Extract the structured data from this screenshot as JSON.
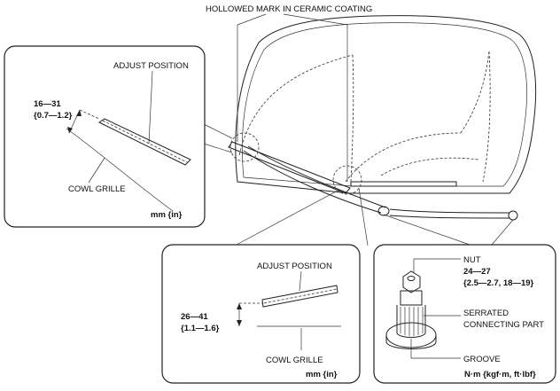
{
  "callout_top": "HOLLOWED MARK IN CERAMIC COATING",
  "detail_left": {
    "label_adjust": "ADJUST POSITION",
    "range": "16—31",
    "range_alt": "{0.7—1.2}",
    "label_cowl": "COWL GRILLE",
    "unit": "mm {in}"
  },
  "detail_center": {
    "label_adjust": "ADJUST POSITION",
    "range": "26—41",
    "range_alt": "{1.1—1.6}",
    "label_cowl": "COWL GRILLE",
    "unit": "mm {in}"
  },
  "detail_right": {
    "label_nut": "NUT",
    "torque": "24—27",
    "torque_alt": "{2.5—2.7, 18—19}",
    "label_serrated_1": "SERRATED",
    "label_serrated_2": "CONNECTING PART",
    "label_groove": "GROOVE",
    "unit": "N·m {kgf·m, ft·lbf}"
  }
}
